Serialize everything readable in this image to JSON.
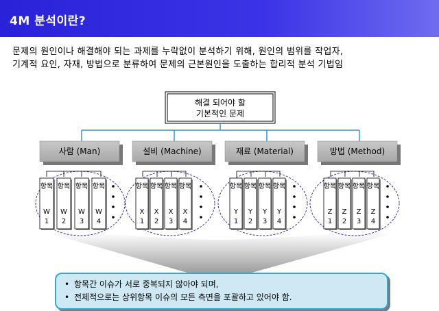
{
  "slide_title": "4M 분석이란?",
  "description": [
    "문제의 원인이나 해결해야 되는 과제를 누락없이 분석하기 위해, 원인의 범위를 작업자,",
    "기계적 요인, 자재, 방법으로 분류하여 문제의 근본원인을 도출하는 합리적 분석 기법임"
  ],
  "root_box": {
    "line1": "해결 되어야 할",
    "line2": "기본적인 문제"
  },
  "categories": [
    {
      "label": "사람 (Man)",
      "items": [
        {
          "top": "항목",
          "code": "W",
          "num": "1"
        },
        {
          "top": "항목",
          "code": "W",
          "num": "2"
        },
        {
          "top": "항목",
          "code": "W",
          "num": "3"
        },
        {
          "top": "항목",
          "code": "W",
          "num": "4"
        }
      ]
    },
    {
      "label": "설비 (Machine)",
      "items": [
        {
          "top": "항목",
          "code": "X",
          "num": "1"
        },
        {
          "top": "항목",
          "code": "X",
          "num": "2"
        },
        {
          "top": "항목",
          "code": "X",
          "num": "3"
        },
        {
          "top": "항목",
          "code": "X",
          "num": "4"
        }
      ]
    },
    {
      "label": "재료 (Material)",
      "items": [
        {
          "top": "항목",
          "code": "Y",
          "num": "1"
        },
        {
          "top": "항목",
          "code": "Y",
          "num": "2"
        },
        {
          "top": "항목",
          "code": "Y",
          "num": "3"
        },
        {
          "top": "항목",
          "code": "Y",
          "num": "4"
        }
      ]
    },
    {
      "label": "방법 (Method)",
      "items": [
        {
          "top": "항목",
          "code": "Z",
          "num": "1"
        },
        {
          "top": "항목",
          "code": "Z",
          "num": "2"
        },
        {
          "top": "항목",
          "code": "Z",
          "num": "3"
        },
        {
          "top": "항목",
          "code": "Z",
          "num": "4"
        }
      ]
    }
  ],
  "bullets": [
    "항목간 이슈가 서로 중복되지 않아야 되며,",
    "전체적으로는 상위항목 이슈의 모든 측면을 포괄하고 있어야 함."
  ],
  "colors": {
    "title_bar": "#2a22d8",
    "connector": "#3399cc",
    "category_box": "#b3b3b3",
    "bottom_box": "#cfe9f4",
    "ellipse": "#3333aa"
  }
}
